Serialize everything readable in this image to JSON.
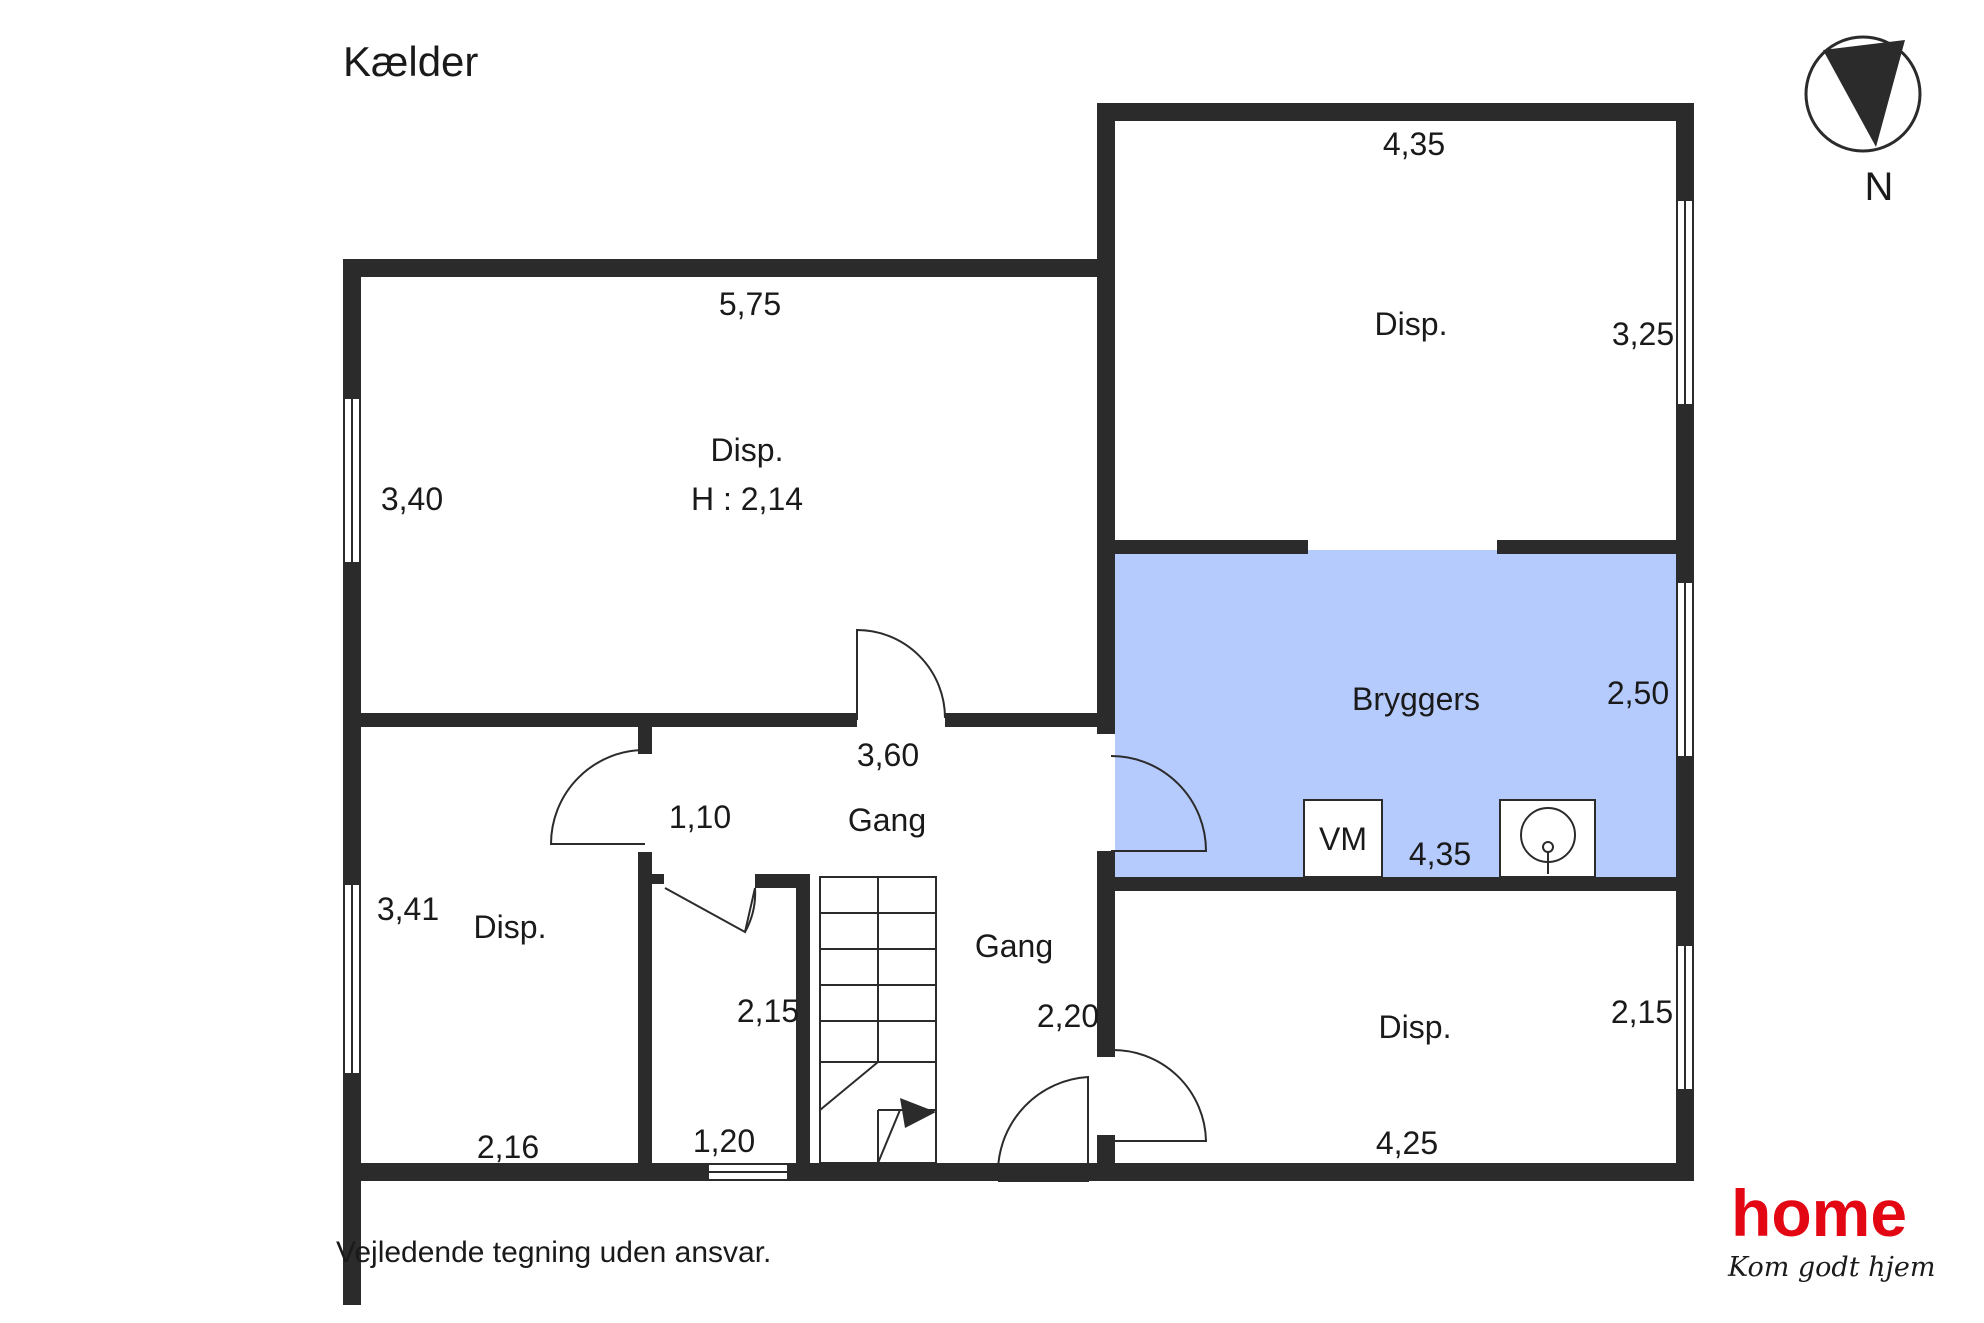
{
  "plan": {
    "title": "Kælder",
    "disclaimer": "Vejledende tegning uden ansvar.",
    "compass_label": "N",
    "colors": {
      "wall": "#2b2b2b",
      "highlight_room": "#b6cbfd",
      "brand": "#e30613"
    },
    "rooms": [
      {
        "id": "disp-large",
        "label": "Disp.",
        "sublabel": "H : 2,14"
      },
      {
        "id": "disp-ne",
        "label": "Disp."
      },
      {
        "id": "bryggers",
        "label": "Bryggers",
        "highlighted": true
      },
      {
        "id": "disp-w",
        "label": "Disp."
      },
      {
        "id": "gang-upper",
        "label": "Gang"
      },
      {
        "id": "gang-lower",
        "label": "Gang"
      },
      {
        "id": "disp-se",
        "label": "Disp."
      }
    ],
    "dimensions": {
      "disp_large_width": "5,75",
      "disp_large_depth": "3,40",
      "disp_ne_width": "4,35",
      "disp_ne_depth": "3,25",
      "bryggers_depth": "2,50",
      "bryggers_width": "4,35",
      "gang_width": "3,60",
      "gang_small": "1,10",
      "disp_w_depth": "3,41",
      "disp_w_width": "2,16",
      "closet_depth": "2,15",
      "closet_width": "1,20",
      "gang_depth": "2,20",
      "disp_se_depth": "2,15",
      "disp_se_width": "4,25"
    },
    "fixtures": {
      "washer_label": "VM",
      "sink_icon": "sink-icon",
      "stair_icon": "staircase"
    }
  },
  "brand": {
    "name": "home",
    "tagline": "Kom godt hjem"
  }
}
